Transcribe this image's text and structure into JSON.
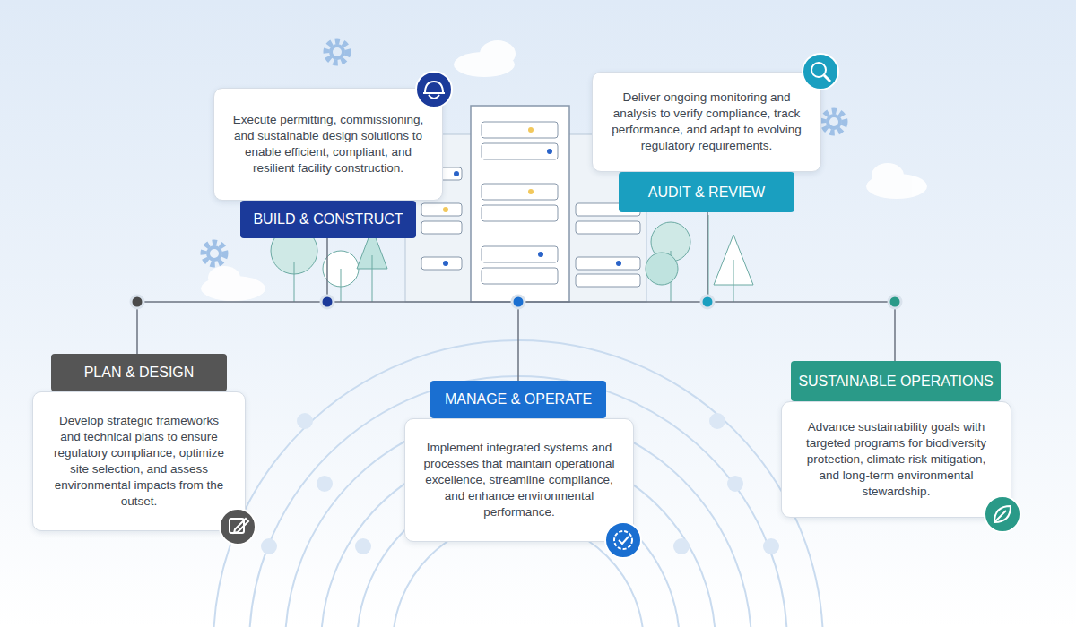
{
  "diagram": {
    "nodes": [
      {
        "text": [
          "PLAN & DESIGN",
          "Develop strategic frameworks and technical plans to ensure regulatory compliance, optimize site selection, and assess environmental impacts from the outset."
        ]
      },
      {
        "text": [
          "BUILD & CONSTRUCT",
          "Execute permitting, commissioning, and sustainable design solutions to enable efficient, compliant, and resilient facility construction."
        ]
      },
      {
        "text": [
          "MANAGE & OPERATE",
          "Implement integrated systems and processes that maintain operational excellence, streamline compliance, and enhance environmental performance."
        ]
      },
      {
        "text": [
          "AUDIT & REVIEW",
          "Deliver ongoing monitoring and analysis to verify compliance, track performance, and adapt to evolving regulatory requirements."
        ]
      },
      {
        "text": [
          "SUSTAINABLE OPERATIONS",
          "Advance sustainability goals with targeted programs for biodiversity protection, climate risk mitigation, and long-term environmental stewardship."
        ]
      }
    ]
  }
}
